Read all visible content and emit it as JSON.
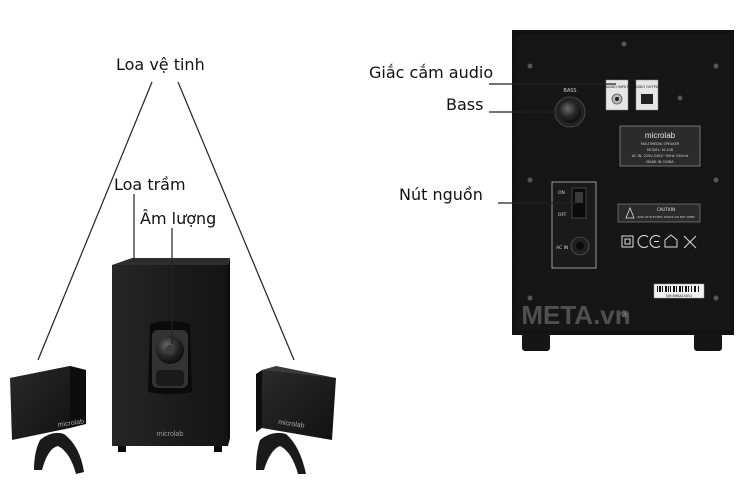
{
  "labels": {
    "satellite": "Loa vệ tinh",
    "subwoofer": "Loa trầm",
    "volume": "Âm lượng",
    "audio_jack": "Giắc cắm audio",
    "bass": "Bass",
    "power": "Nút nguồn"
  },
  "brand": "microlab",
  "back_panel": {
    "bass_knob": "BASS",
    "audio_input": "AUDIO INPUT",
    "audio_output": "AUDIO OUTPUT",
    "label_brand": "microlab",
    "label_line1": "MULTIMEDIA SPEAKER",
    "label_line2": "MODEL: M-108",
    "label_line3": "AC IN: 220V-240V~50Hz 100mA",
    "label_line4": "MADE IN CHINA",
    "switch_on": "ON",
    "switch_off": "OFF",
    "ac_in": "AC IN",
    "caution_title": "CAUTION",
    "caution_text": "RISK OF ELECTRIC SHOCK DO NOT OPEN",
    "serial": "S/N BHBA15051"
  },
  "watermark": "META.vn",
  "colors": {
    "cabinet": "#1b1b1b",
    "panel": "#0f0f0f",
    "line": "#222222"
  }
}
